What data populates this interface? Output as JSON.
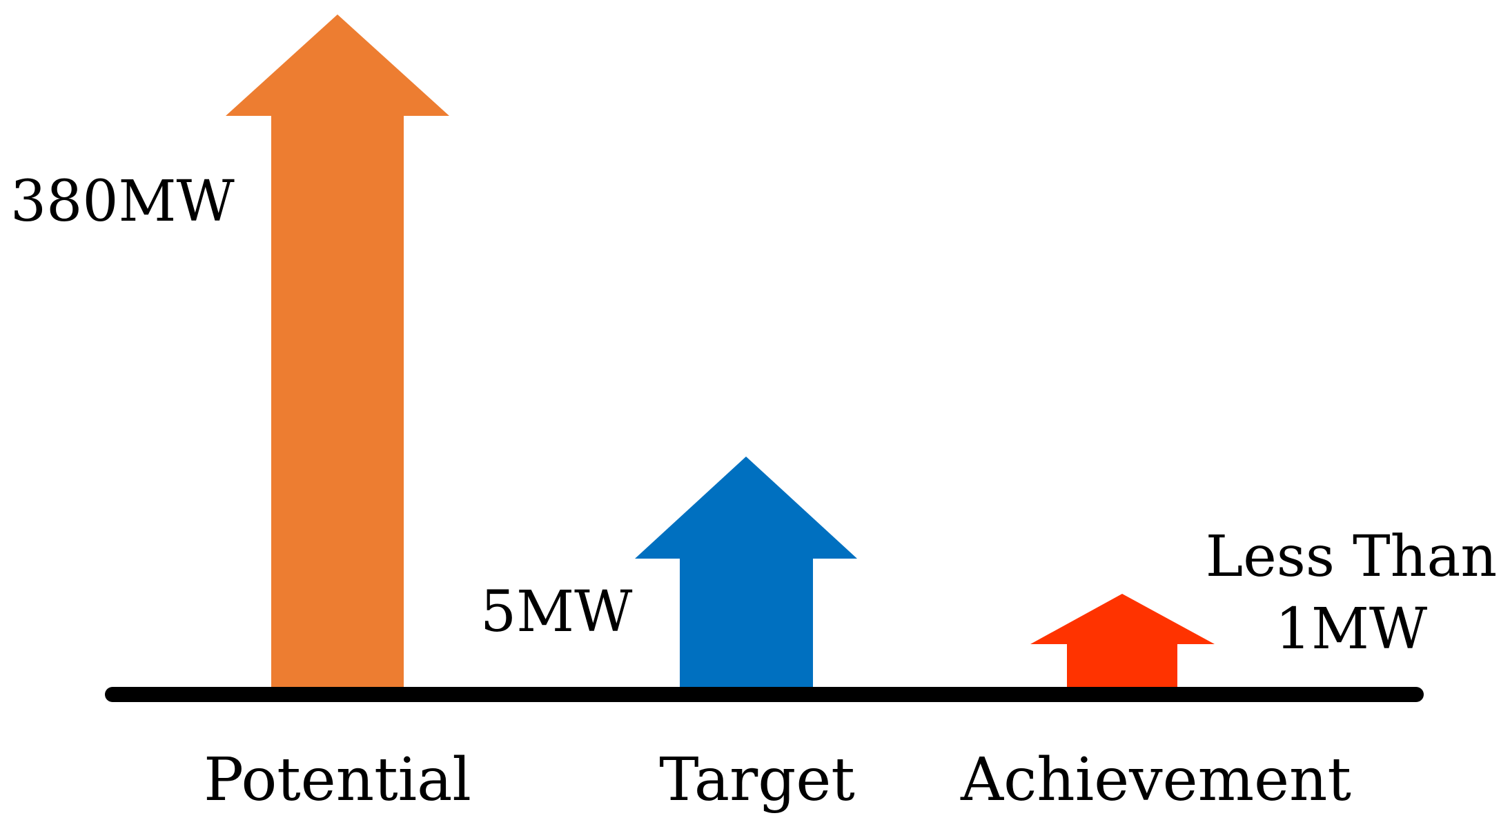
{
  "diagram": {
    "baseline_color": "#000000",
    "arrows": [
      {
        "id": "potential",
        "category": "Potential",
        "value_lines": [
          "380MW"
        ],
        "color": "#ED7D31"
      },
      {
        "id": "target",
        "category": "Target",
        "value_lines": [
          "5MW"
        ],
        "color": "#0070C0"
      },
      {
        "id": "achievement",
        "category": "Achievement",
        "value_lines": [
          "Less Than",
          "1MW"
        ],
        "color": "#FF3300"
      }
    ]
  }
}
